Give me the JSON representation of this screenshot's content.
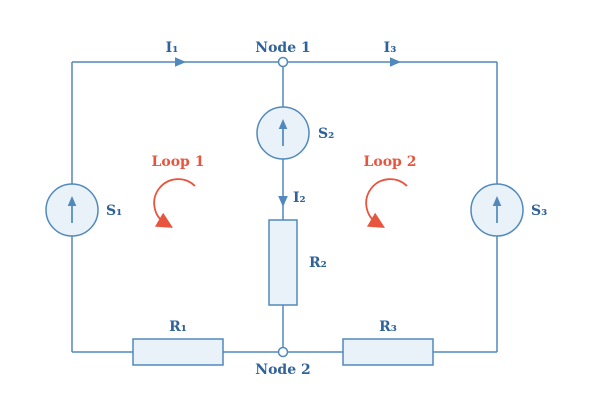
{
  "diagram": {
    "kind": "circuit-diagram",
    "colors": {
      "wire": "#5189bd",
      "label": "#2f6298",
      "loop": "#e8553e",
      "component_fill": "#e9f1f9",
      "background": "#ffffff"
    },
    "currents": {
      "i1": "I₁",
      "i2": "I₂",
      "i3": "I₃"
    },
    "nodes": {
      "node1": "Node 1",
      "node2": "Node 2"
    },
    "sources": {
      "s1": "S₁",
      "s2": "S₂",
      "s3": "S₃"
    },
    "resistors": {
      "r1": "R₁",
      "r2": "R₂",
      "r3": "R₃"
    },
    "loops": {
      "loop1": "Loop 1",
      "loop2": "Loop 2"
    }
  }
}
